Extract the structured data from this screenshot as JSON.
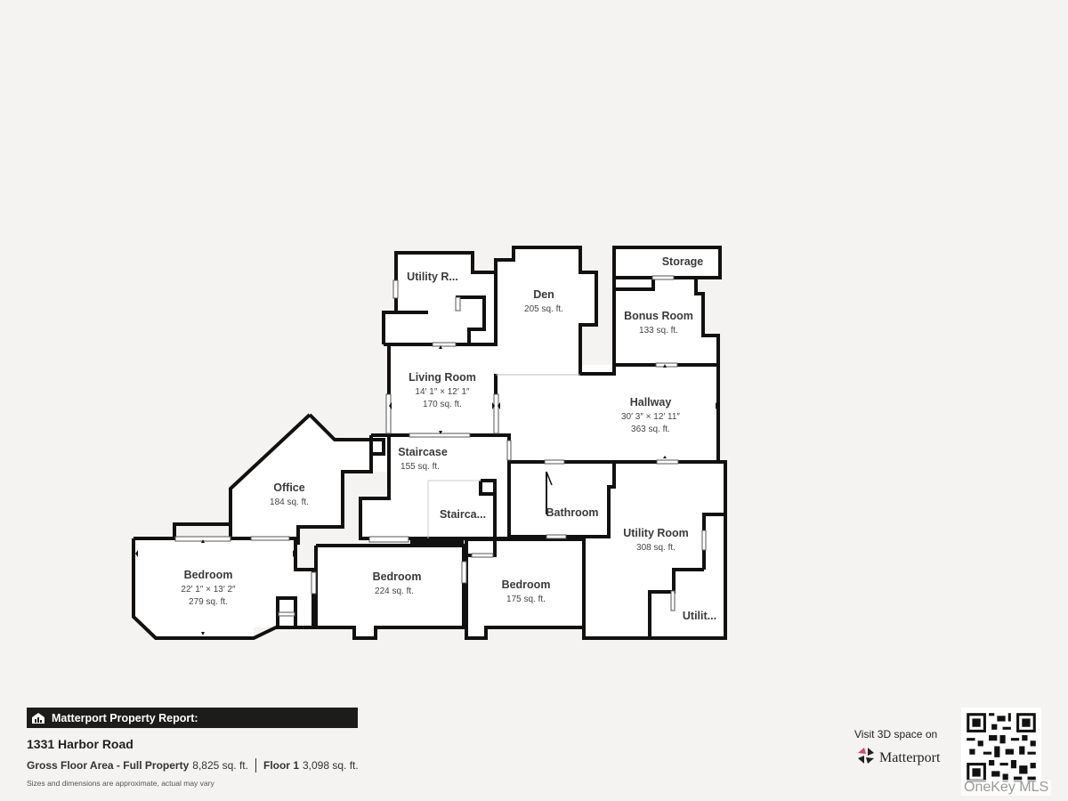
{
  "floorplan": {
    "rooms": [
      {
        "name": "Utility R...",
        "area": ""
      },
      {
        "name": "Den",
        "area": "205 sq. ft."
      },
      {
        "name": "Storage",
        "area": ""
      },
      {
        "name": "Bonus Room",
        "area": "133 sq. ft."
      },
      {
        "name": "Living Room",
        "dimensions": "14′ 1″ × 12′ 1″",
        "area": "170 sq. ft."
      },
      {
        "name": "Hallway",
        "dimensions": "30′ 3″ × 12′ 11″",
        "area": "363 sq. ft."
      },
      {
        "name": "Staircase",
        "area": "155 sq. ft."
      },
      {
        "name": "Office",
        "area": "184 sq. ft."
      },
      {
        "name": "Stairca...",
        "area": ""
      },
      {
        "name": "Bathroom",
        "area": ""
      },
      {
        "name": "Utility Room",
        "area": "308 sq. ft."
      },
      {
        "name": "Bedroom",
        "dimensions": "22′ 1″ × 13′ 2″",
        "area": "279 sq. ft."
      },
      {
        "name": "Bedroom",
        "area": "224 sq. ft."
      },
      {
        "name": "Bedroom",
        "area": "175 sq. ft."
      },
      {
        "name": "Utilit...",
        "area": ""
      }
    ]
  },
  "report": {
    "header": "Matterport Property Report:",
    "icon": "building-chart-icon",
    "address": "1331 Harbor Road",
    "gross_label": "Gross Floor Area - Full Property",
    "gross_value": "8,825 sq. ft.",
    "floor_label": "Floor 1",
    "floor_value": "3,098 sq. ft.",
    "disclaimer": "Sizes and dimensions are approximate, actual may vary"
  },
  "cta": {
    "visit_text": "Visit 3D space on",
    "brand": "Matterport",
    "brand_icon": "matterport-logo-icon",
    "qr_icon": "qr-code-icon"
  },
  "watermark": "OneKey MLS",
  "colors": {
    "background": "#f4f3f2",
    "wall": "#111111",
    "header_bar": "#1c1c1c",
    "brand_pink": "#d6476b"
  }
}
